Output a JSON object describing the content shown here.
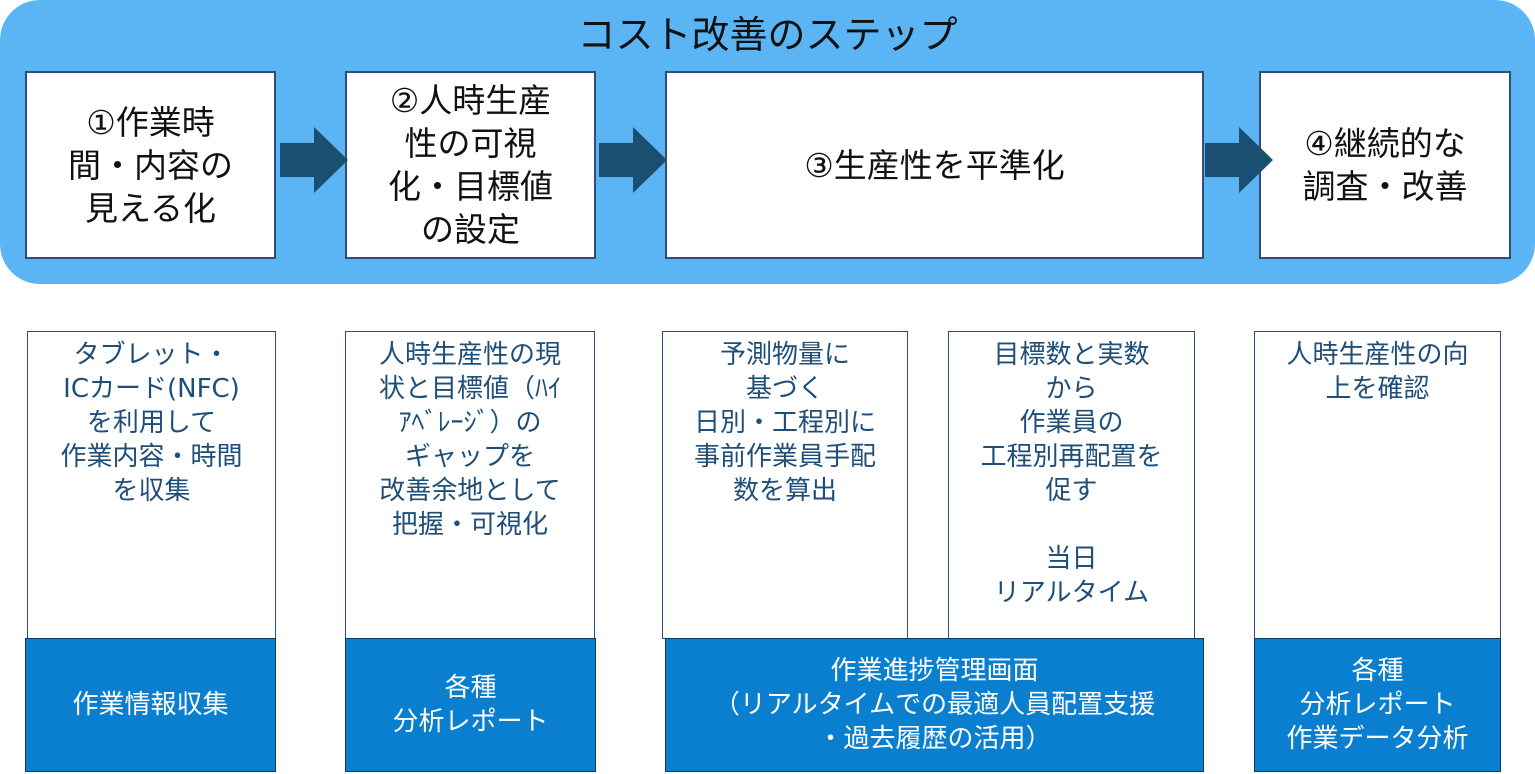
{
  "title": "コスト改善のステップ",
  "steps": [
    {
      "label": "①作業時\n間・内容の\n見える化"
    },
    {
      "label": "②人時生産\n性の可視\n化・目標値\nの設定"
    },
    {
      "label": "③生産性を平準化"
    },
    {
      "label": "④継続的な\n調査・改善"
    }
  ],
  "descriptions": [
    {
      "text": "タブレット・\nICカード(NFC)\nを利用して\n作業内容・時間\nを収集"
    },
    {
      "text": "人時生産性の現\n状と目標値（ﾊｲ\nｱﾍﾞﾚｰｼﾞ）の\nギャップを\n改善余地として\n把握・可視化"
    },
    {
      "text": "予測物量に\n基づく\n日別・工程別に\n事前作業員手配\n数を算出"
    },
    {
      "text": "目標数と実数\nから\n作業員の\n工程別再配置を\n促す\n\n当日\nリアルタイム"
    },
    {
      "text": "人時生産性の向\n上を確認"
    }
  ],
  "tools": [
    {
      "text": "作業情報収集"
    },
    {
      "text": "各種\n分析レポート"
    },
    {
      "text": "作業進捗管理画面\n（リアルタイムでの最適人員配置支援\n・過去履歴の活用）"
    },
    {
      "text": "各種\n分析レポート\n作業データ分析"
    }
  ],
  "colors": {
    "banner": "#5bb5f5",
    "arrow": "#1a4f72",
    "tool_fill": "#0a7fd0",
    "border": "#2d4f7a",
    "description_text": "#1f4e79"
  }
}
